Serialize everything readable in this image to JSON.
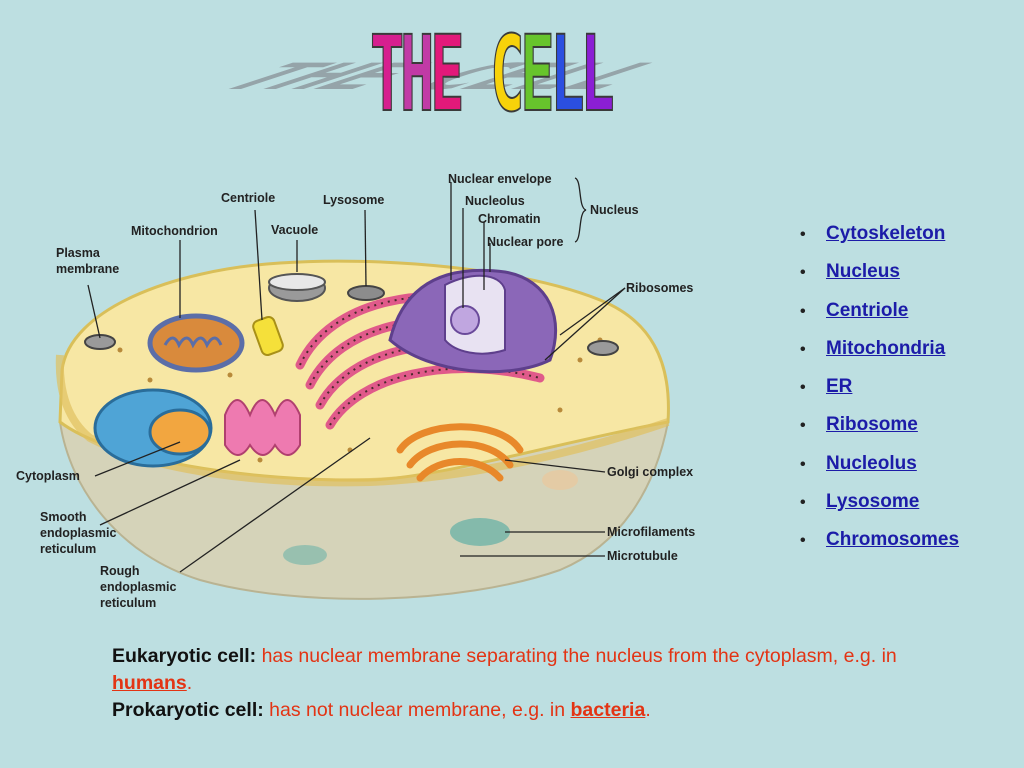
{
  "title": {
    "letters": [
      "T",
      "H",
      "E",
      " ",
      "C",
      "E",
      "L",
      "L"
    ],
    "colors": [
      "#d61f8f",
      "#c13aa6",
      "#e2197a",
      "",
      "#f7d20a",
      "#67c42c",
      "#2b4fe0",
      "#8b1fd4"
    ]
  },
  "diagram": {
    "labels": {
      "plasma_1": "Plasma",
      "plasma_2": "membrane",
      "mitochondrion": "Mitochondrion",
      "centriole": "Centriole",
      "vacuole": "Vacuole",
      "lysosome": "Lysosome",
      "nuclear_envelope": "Nuclear envelope",
      "nucleolus": "Nucleolus",
      "chromatin": "Chromatin",
      "nuclear_pore": "Nuclear pore",
      "nucleus": "Nucleus",
      "ribosomes": "Ribosomes",
      "cytoplasm": "Cytoplasm",
      "golgi": "Golgi complex",
      "smooth_1": "Smooth",
      "smooth_2": "endoplasmic",
      "smooth_3": "reticulum",
      "rough_1": "Rough",
      "rough_2": "endoplasmic",
      "rough_3": "reticulum",
      "microfilaments": "Microfilaments",
      "microtubule": "Microtubule"
    }
  },
  "list": {
    "bullet": "•",
    "items": [
      "Cytoskeleton",
      "Nucleus",
      "Centriole",
      "Mitochondria",
      "ER",
      "Ribosome",
      "Nucleolus",
      "Lysosome",
      "Chromosomes"
    ]
  },
  "description": {
    "euk_term": "Eukaryotic cell:",
    "euk_text": "has nuclear membrane separating the nucleus from the cytoplasm, e.g. in",
    "euk_link": "humans",
    "euk_end": ".",
    "pro_term": "Prokaryotic cell",
    "pro_colon": ":",
    "pro_text": "has not nuclear membrane, e.g. in",
    "pro_link": "bacteria",
    "pro_end": "."
  }
}
